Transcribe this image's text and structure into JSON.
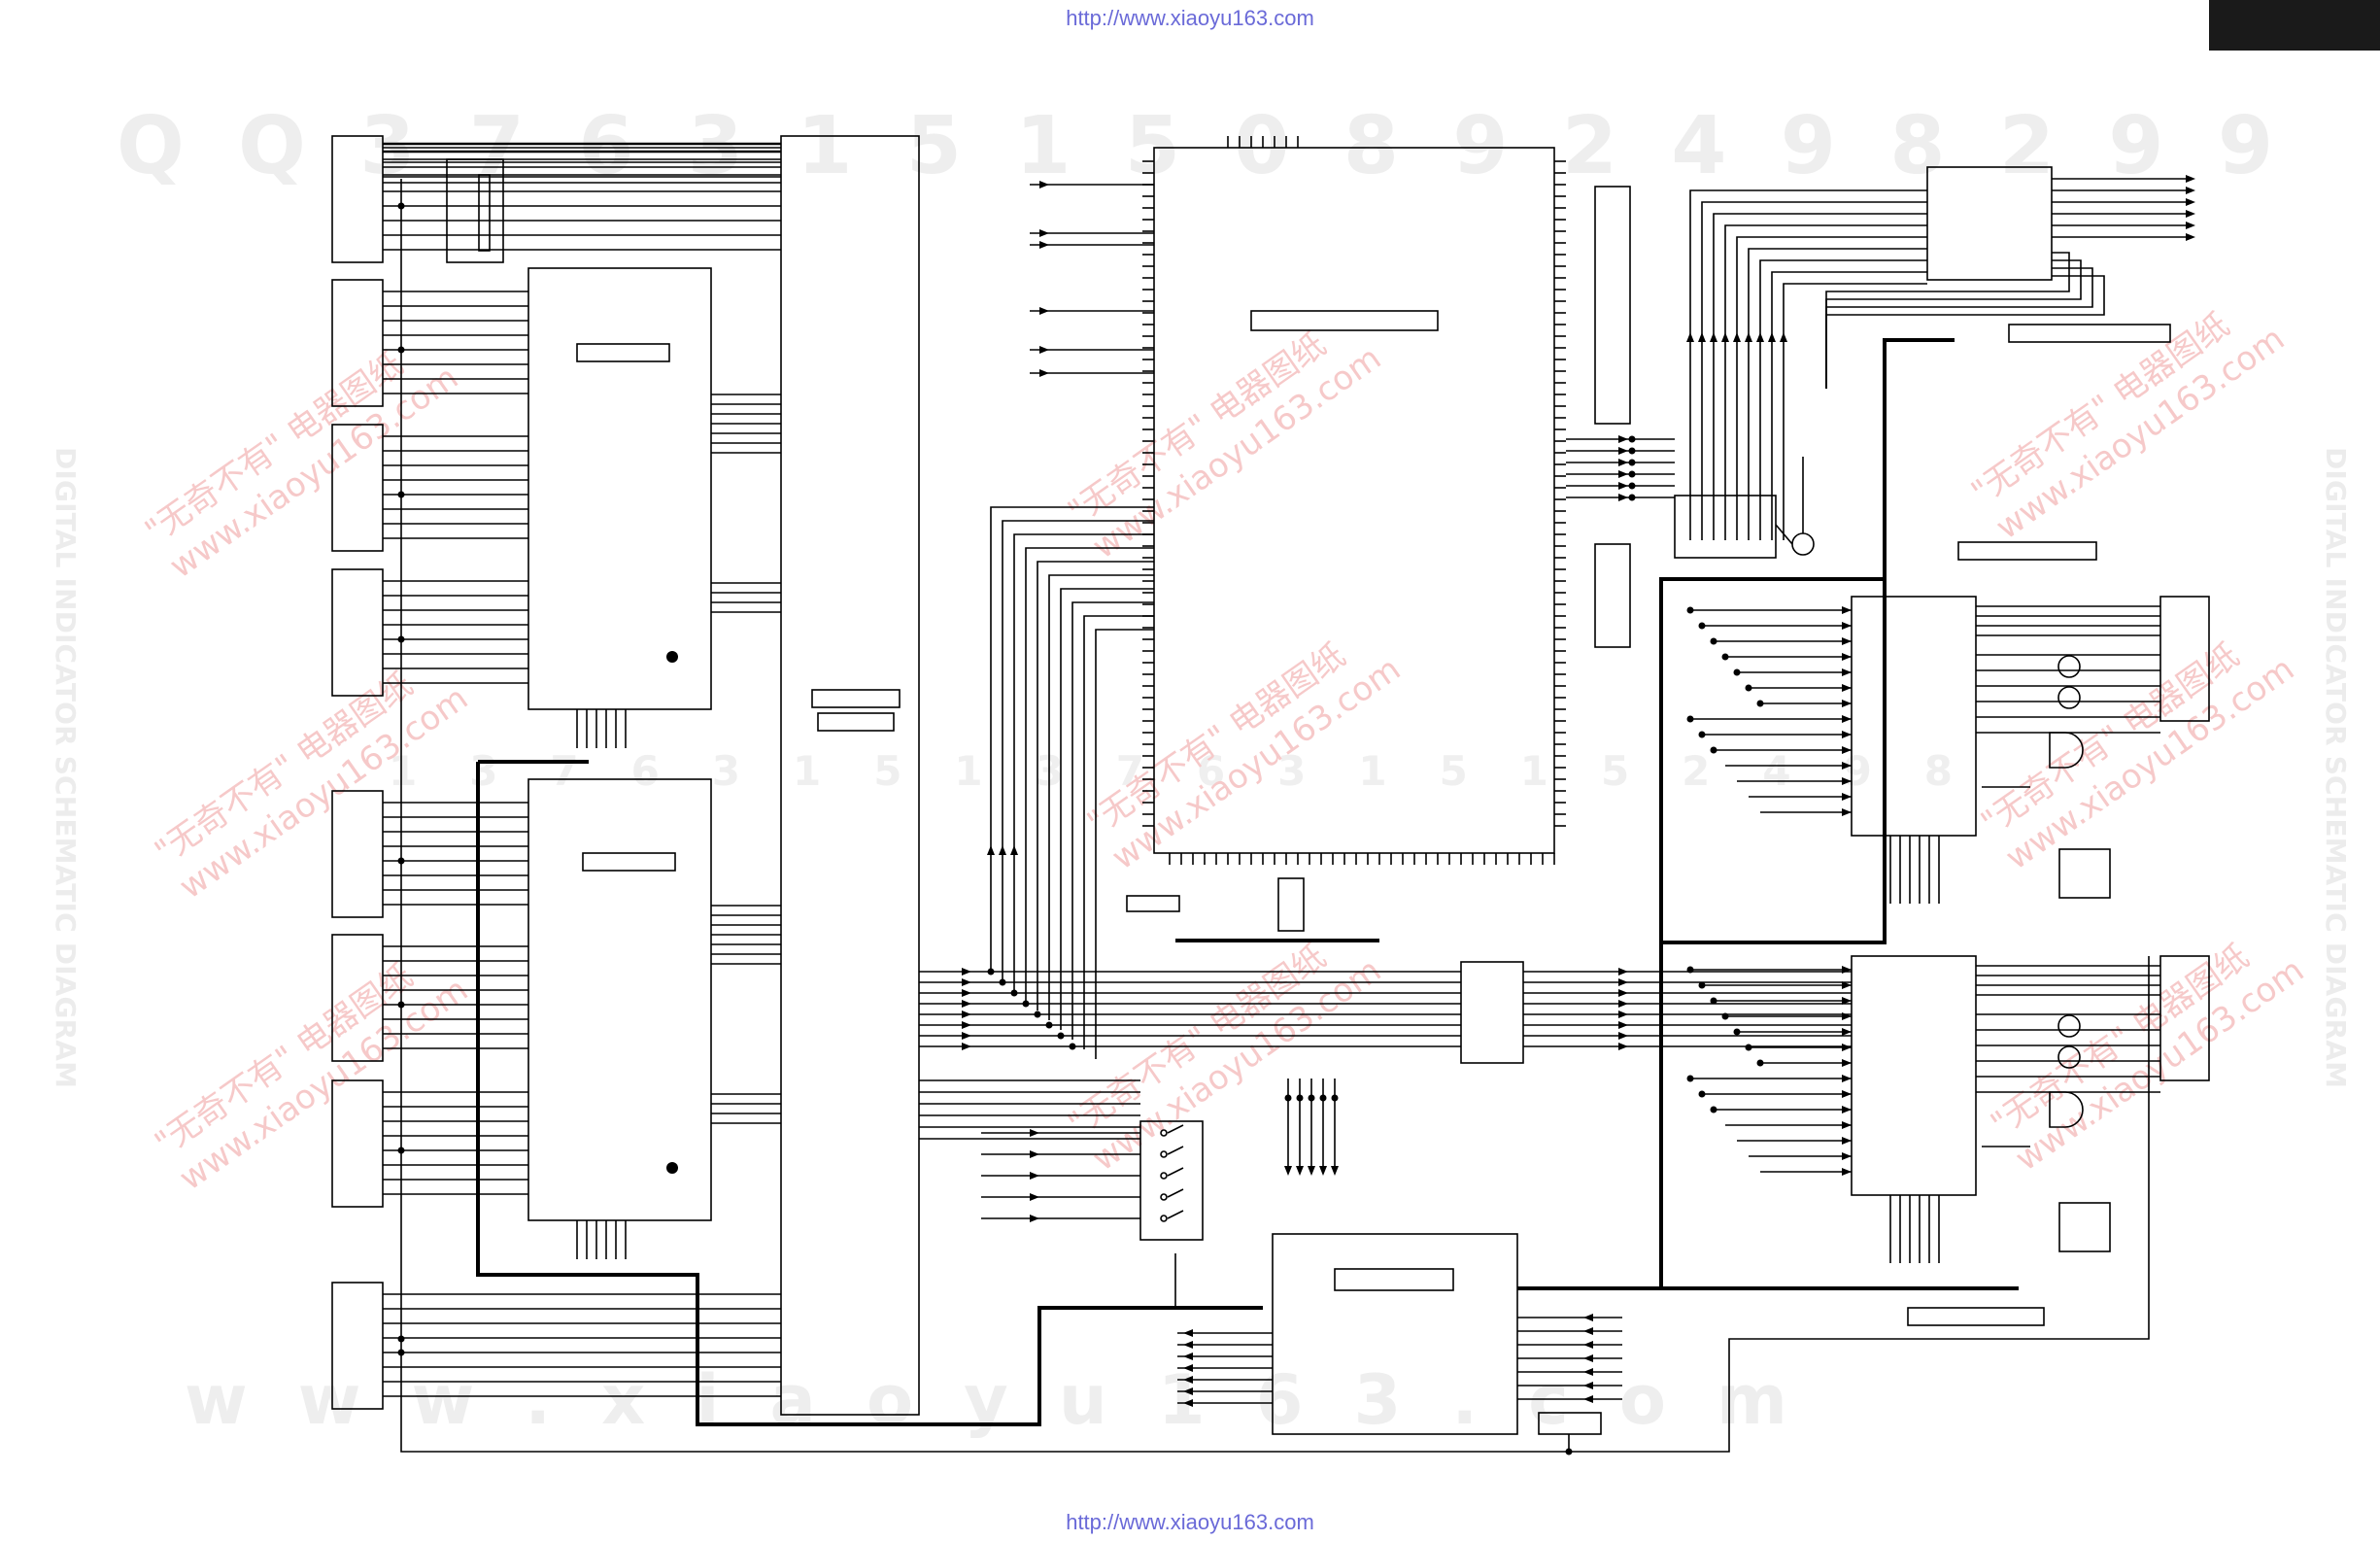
{
  "header": {
    "url": "http://www.xiaoyu163.com"
  },
  "footer": {
    "url": "http://www.xiaoyu163.com"
  },
  "watermark": {
    "top_row": "Q Q 3 7 6 3 1 5 1 5 0 8 9 2 4 9 8 2 9 9",
    "middle_row": "1 3 7 6 3 1 5 1 3 7 6 3 1 5 1 5 2 4 9 8",
    "bottom_row": "w w w . x i a o y u 1 6 3 . c o m",
    "diagonal_cn": "\"无奇不有\" 电器图纸",
    "diagonal_url": "www.xiaoyu163.com",
    "side_text": "DIGITAL INDICATOR SCHEMATIC DIAGRAM"
  },
  "colors": {
    "line": "#000000",
    "watermark_gray": "#eeeeee",
    "watermark_red": "#f6c9c9",
    "link": "#6a6ad8"
  }
}
